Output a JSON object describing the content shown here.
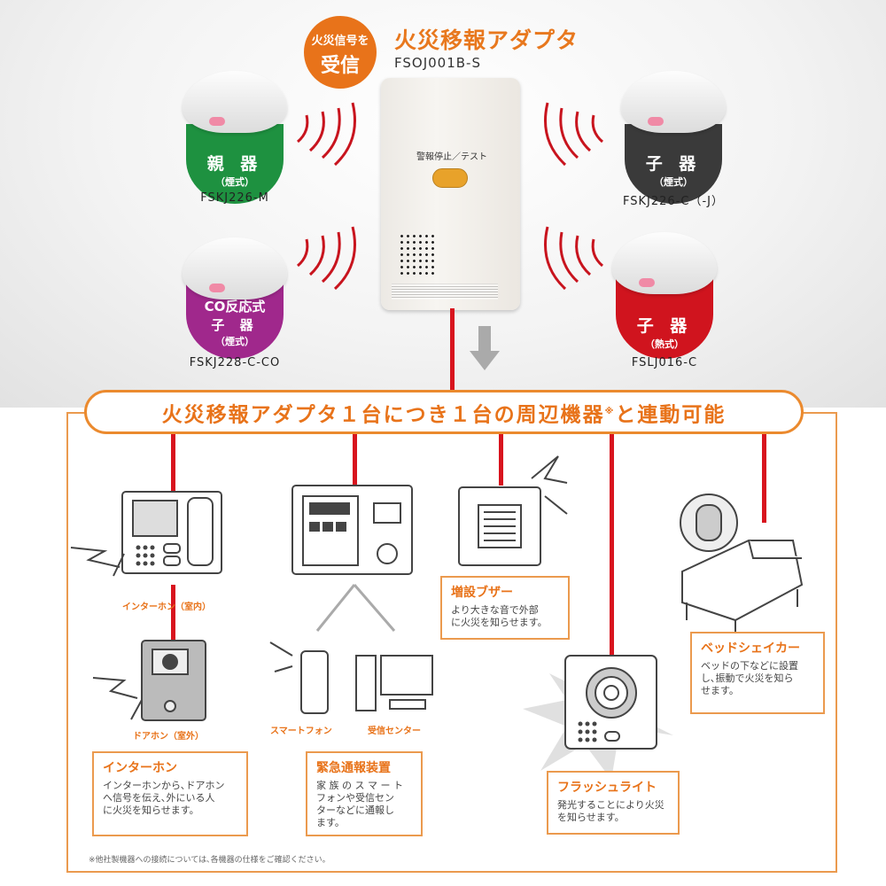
{
  "header": {
    "badge_line1": "火災信号を",
    "badge_line2": "受信",
    "title": "火災移報アダプタ",
    "model": "FSOJ001B-S"
  },
  "adapter": {
    "button_label": "警報停止／テスト"
  },
  "detectors": [
    {
      "label": "親 器",
      "type": "（煙式）",
      "model": "FSKJ226-M",
      "color": "#1e9140"
    },
    {
      "label": "子 器",
      "type": "（煙式）",
      "model": "FSKJ226-C（-J）",
      "color": "#3a3a3a"
    },
    {
      "label_line1": "CO反応式",
      "label": "子 器",
      "type": "（煙式）",
      "model": "FSKJ228-C-CO",
      "color": "#a0288c"
    },
    {
      "label": "子 器",
      "type": "（熱式）",
      "model": "FSLJ016-C",
      "color": "#d0141e"
    }
  ],
  "banner": {
    "text": "火災移報アダプタ１台につき１台の周辺機器",
    "mark": "※",
    "suffix": "と連動可能"
  },
  "devices": {
    "intercom_indoor": "インターホン（室内）",
    "door_phone": "ドアホン（室外）",
    "smartphone": "スマートフォン",
    "center": "受信センター"
  },
  "boxes": [
    {
      "title": "インターホン",
      "text": "インターホンから､ドアホン\nへ信号を伝え､外にいる人\nに火災を知らせます。"
    },
    {
      "title": "緊急通報装置",
      "text": "家 族 の ス マ ー ト\nフォンや受信セン\nターなどに通報し\nます。"
    },
    {
      "title": "増設ブザー",
      "text": "より大きな音で外部\nに火災を知らせます。"
    },
    {
      "title": "フラッシュライト",
      "text": "発光することにより火災\nを知らせます。"
    },
    {
      "title": "ベッドシェイカー",
      "text": "ベッドの下などに設置\nし､振動で火災を知ら\nせます。"
    }
  ],
  "footnote": "※他社製機器への接続については､各機器の仕様をご確認ください。",
  "colors": {
    "accent": "#e8731a",
    "wire": "#d8141e"
  }
}
